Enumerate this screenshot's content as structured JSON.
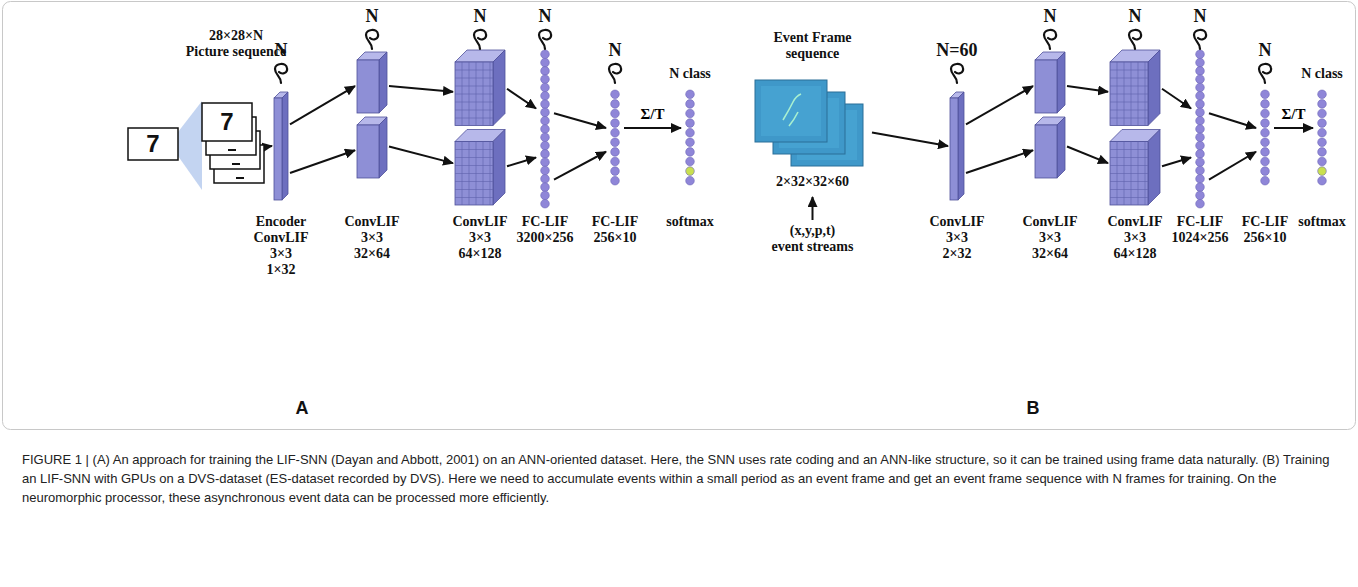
{
  "diagram": {
    "caption": "FIGURE 1 | (A) An approach for training the LIF-SNN (Dayan and Abbott, 2001) on an ANN-oriented dataset. Here, the SNN uses rate coding and an ANN-like structure, so it can be trained using frame data naturally. (B) Training an LIF-SNN with GPUs on a DVS-dataset (ES-dataset recorded by DVS). Here we need to accumulate events within a small period as an event frame and get an event frame sequence with N frames for training. On the neuromorphic processor, these asynchronous event data can be processed more efficiently.",
    "nodes": [
      {
        "text": [
          "28×28×N Picture sequence"
        ]
      },
      {
        "text": [
          "N",
          "Encoder ConvLIF 3×3 1×32"
        ]
      },
      {
        "text": [
          "N",
          "ConvLIF 3×3 32×64"
        ]
      },
      {
        "text": [
          "N",
          "ConvLIF 3×3 64×128"
        ]
      },
      {
        "text": [
          "N",
          "FC-LIF 3200×256"
        ]
      },
      {
        "text": [
          "N",
          "FC-LIF 256×10"
        ]
      },
      {
        "text": [
          "N class",
          "softmax"
        ]
      },
      {
        "text": [
          "Event Frame sequence",
          "2×32×32×60"
        ]
      },
      {
        "text": [
          "(x,y,p,t) event streams"
        ]
      },
      {
        "text": [
          "N=60",
          "ConvLIF 3×3 2×32"
        ]
      },
      {
        "text": [
          "N",
          "ConvLIF 3×3 32×64"
        ]
      },
      {
        "text": [
          "N",
          "ConvLIF 3×3 64×128"
        ]
      },
      {
        "text": [
          "N",
          "FC-LIF 1024×256"
        ]
      },
      {
        "text": [
          "N",
          "FC-LIF 256×10"
        ]
      },
      {
        "text": [
          "N class",
          "softmax"
        ]
      }
    ],
    "edges": [
      {
        "from": 0,
        "to": 1,
        "arrow": "to"
      },
      {
        "from": 1,
        "to": 2,
        "arrow": "to"
      },
      {
        "from": 1,
        "to": 2,
        "arrow": "to"
      },
      {
        "from": 2,
        "to": 3,
        "arrow": "to"
      },
      {
        "from": 2,
        "to": 3,
        "arrow": "to"
      },
      {
        "from": 3,
        "to": 4,
        "arrow": "to"
      },
      {
        "from": 3,
        "to": 4,
        "arrow": "to"
      },
      {
        "from": 4,
        "to": 5,
        "arrow": "to"
      },
      {
        "from": 4,
        "to": 5,
        "arrow": "to"
      },
      {
        "from": 5,
        "to": 6,
        "label": "Σ/T",
        "arrow": "to"
      },
      {
        "from": 8,
        "to": 7,
        "arrow": "to"
      },
      {
        "from": 7,
        "to": 9,
        "arrow": "to"
      },
      {
        "from": 9,
        "to": 10,
        "arrow": "to"
      },
      {
        "from": 9,
        "to": 10,
        "arrow": "to"
      },
      {
        "from": 10,
        "to": 11,
        "arrow": "to"
      },
      {
        "from": 10,
        "to": 11,
        "arrow": "to"
      },
      {
        "from": 11,
        "to": 12,
        "arrow": "to"
      },
      {
        "from": 11,
        "to": 12,
        "arrow": "to"
      },
      {
        "from": 12,
        "to": 13,
        "arrow": "to"
      },
      {
        "from": 12,
        "to": 13,
        "arrow": "to"
      },
      {
        "from": 13,
        "to": 14,
        "label": "Σ/T",
        "arrow": "to"
      }
    ],
    "labels": [
      "7",
      "7",
      "A",
      "B"
    ]
  }
}
